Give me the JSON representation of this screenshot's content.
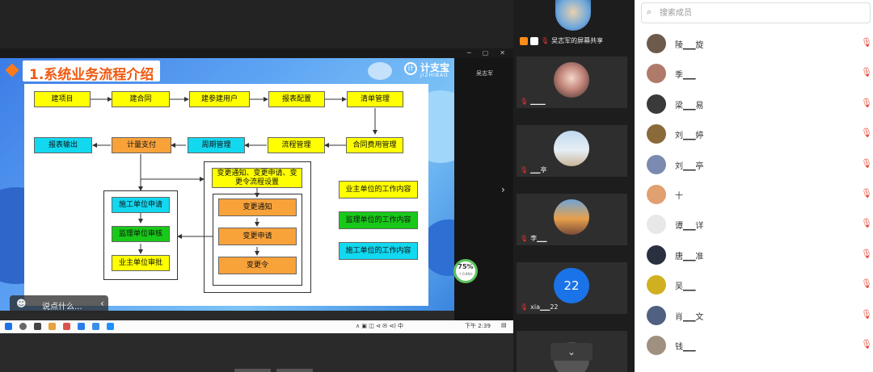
{
  "share": {
    "bar_icons": [
      "─",
      "▢",
      "✕"
    ],
    "host_tag": "吴志军",
    "slide": {
      "title": "1.系统业务流程介绍",
      "brand_logo": "计",
      "brand_name": "计支宝",
      "brand_sub": "JIZHIBAO",
      "flow": {
        "row1": [
          "建项目",
          "建合同",
          "建参建用户",
          "报表配置",
          "清单管理"
        ],
        "row2": [
          "报表输出",
          "计量支付",
          "周期管理",
          "流程管理",
          "合同费用管理"
        ],
        "left_group": [
          "施工单位申请",
          "监理单位审核",
          "业主单位审批"
        ],
        "change_setting": "变更通知、变更申请、变更令流程设置",
        "right_group": [
          "变更通知",
          "变更申请",
          "变更令"
        ],
        "legend": [
          "业主单位的工作内容",
          "监理单位的工作内容",
          "施工单位的工作内容"
        ]
      }
    },
    "chat": {
      "emoji": "☻",
      "placeholder": "说点什么...",
      "arrow": "‹"
    },
    "gauge": {
      "percent": "75%",
      "sub": "↑ 0.6K/s"
    },
    "taskbar": {
      "tray_text": "∧ ▣ ◫ ⊲ ✉ ⊲) 中",
      "time": "下午 2:39",
      "notify": "▤"
    }
  },
  "videos": {
    "presenter": {
      "name": "吴志军的屏幕共享"
    },
    "tiles": [
      {
        "name": "▁▁▁"
      },
      {
        "name": "▁▁亭"
      },
      {
        "name": "李▁▁"
      },
      {
        "name": "xia▁▁22",
        "avatar_text": "22"
      },
      {
        "name": ""
      }
    ],
    "scroll_icon": "⌄"
  },
  "members": {
    "search_placeholder": "搜索成员",
    "search_icon": "⌕",
    "mic_icon": "🎙",
    "list": [
      {
        "name": "陵▁▁旋",
        "color": "#6d5a4a"
      },
      {
        "name": "季▁▁",
        "color": "#b07a6a"
      },
      {
        "name": "梁▁▁易",
        "color": "#3a3a3a"
      },
      {
        "name": "刘▁▁婷",
        "color": "#8a6a3a"
      },
      {
        "name": "刘▁▁亭",
        "color": "#7a8ab0"
      },
      {
        "name": "十",
        "color": "#e0a070"
      },
      {
        "name": "谭▁▁详",
        "color": "#e8e8e8"
      },
      {
        "name": "唐▁▁准",
        "color": "#2a3040"
      },
      {
        "name": "吴▁▁",
        "color": "#d0b020"
      },
      {
        "name": "肖▁▁文",
        "color": "#506080"
      },
      {
        "name": "钱▁▁",
        "color": "#a09080"
      }
    ]
  }
}
